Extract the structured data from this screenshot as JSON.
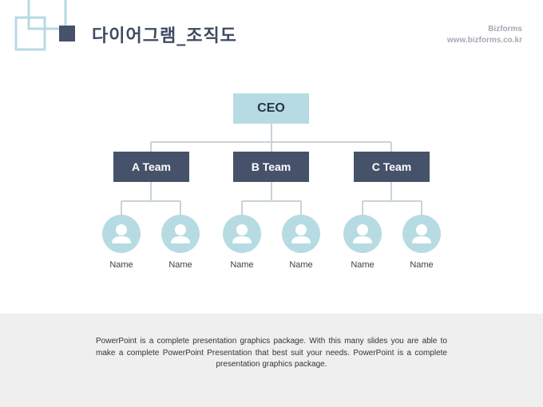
{
  "header": {
    "title": "다이어그램_조직도",
    "brand_name": "Bizforms",
    "brand_url": "www.bizforms.co.kr"
  },
  "org": {
    "ceo": "CEO",
    "teams": [
      {
        "label": "A Team",
        "members": [
          "Name",
          "Name"
        ]
      },
      {
        "label": "B Team",
        "members": [
          "Name",
          "Name"
        ]
      },
      {
        "label": "C Team",
        "members": [
          "Name",
          "Name"
        ]
      }
    ]
  },
  "footer": {
    "text": "PowerPoint is a complete presentation graphics package. With this many slides you are able to make a complete PowerPoint Presentation that best suit your needs. PowerPoint is a complete presentation graphics package."
  },
  "colors": {
    "accent_light": "#b6dbe3",
    "accent_dark": "#46526a",
    "title": "#3f4a62",
    "connector": "#c9d3d8",
    "footer_bg": "#efefef"
  }
}
